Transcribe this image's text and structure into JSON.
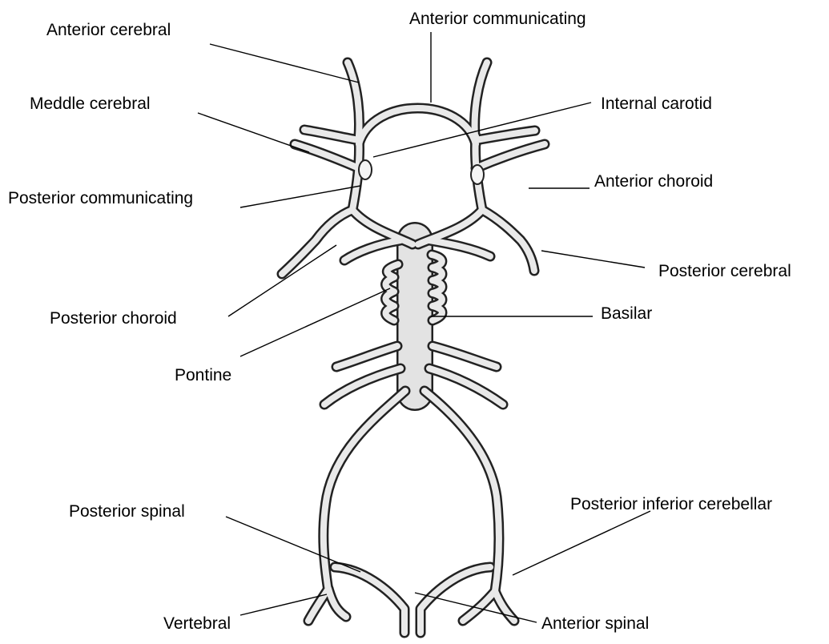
{
  "labels": {
    "anterior_cerebral": "Anterior cerebral",
    "anterior_communicating": "Anterior communicating",
    "meddle_cerebral": "Meddle cerebral",
    "internal_carotid": "Internal carotid",
    "posterior_communicating": "Posterior communicating",
    "anterior_choroid": "Anterior choroid",
    "posterior_cerebral": "Posterior cerebral",
    "posterior_choroid": "Posterior choroid",
    "basilar": "Basilar",
    "pontine": "Pontine",
    "posterior_spinal": "Posterior spinal",
    "posterior_inferior_cerebellar": "Posterior inferior cerebellar",
    "vertebral": "Vertebral",
    "anterior_spinal": "Anterior spinal"
  },
  "colors": {
    "vessel_fill": "#e9e9e9",
    "vessel_outline": "#222222",
    "leader_line": "#000000",
    "text": "#000000"
  }
}
